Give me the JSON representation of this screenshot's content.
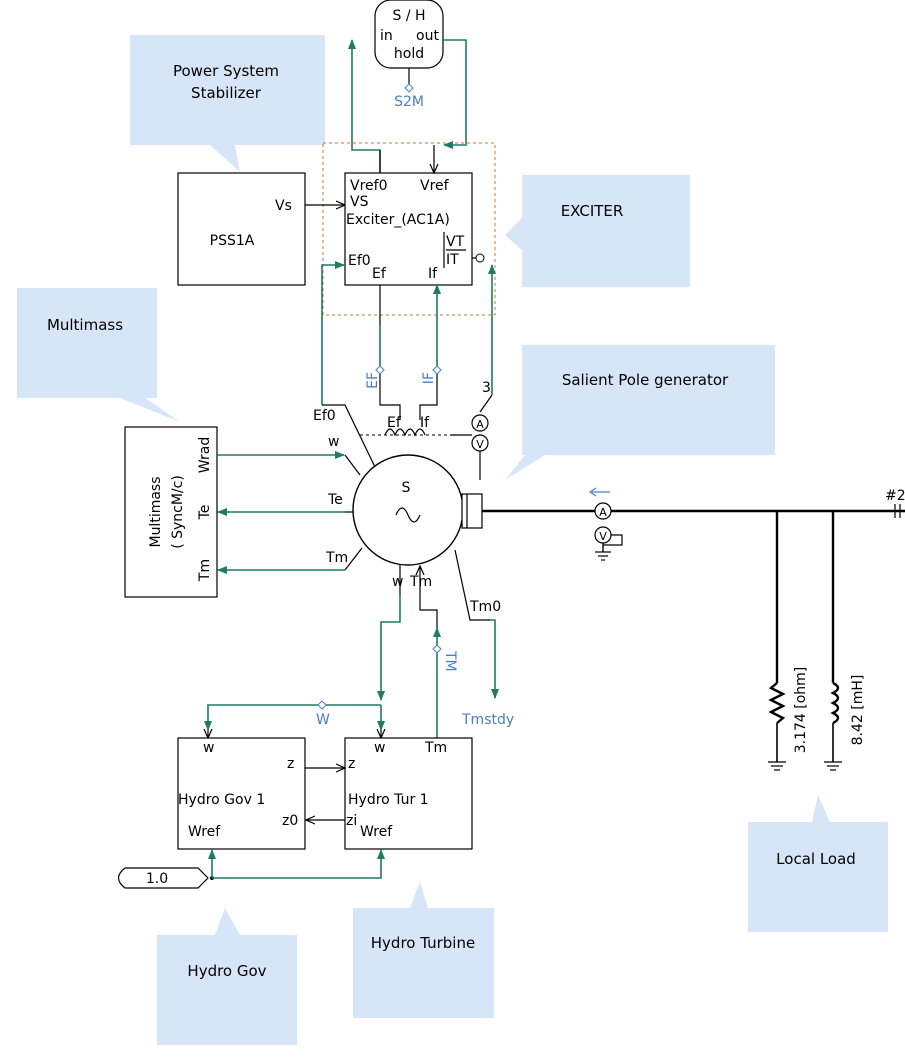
{
  "callouts": {
    "pss": [
      "Power System",
      "Stabilizer"
    ],
    "exciter": "EXCITER",
    "multimass": "Multimass",
    "generator": "Salient Pole generator",
    "local_load": "Local Load",
    "hydro_turbine": "Hydro Turbine",
    "hydro_gov": "Hydro Gov"
  },
  "blocks": {
    "sh": {
      "line1": "S / H",
      "in": "in",
      "out": "out",
      "hold": "hold"
    },
    "pss1a": {
      "name": "PSS1A",
      "vs": "Vs"
    },
    "exciter": {
      "vref0": "Vref0",
      "vref": "Vref",
      "vs": "VS",
      "name": "Exciter_(AC1A)",
      "vt": "VT",
      "it": "IT",
      "ef0": "Ef0",
      "ef": "Ef",
      "if": "If"
    },
    "multimass": {
      "name1": "Multimass",
      "name2": "( SyncM/c)",
      "wrad": "Wrad",
      "te": "Te",
      "tm": "Tm"
    },
    "generator": {
      "symbol": "S",
      "ef0": "Ef0",
      "w": "w",
      "te": "Te",
      "tm": "Tm",
      "w_bottom": "w",
      "tm_bottom": "Tm",
      "tm0": "Tm0",
      "ef": "Ef",
      "if": "If"
    },
    "hydro_gov": {
      "name": "Hydro  Gov  1",
      "w": "w",
      "z": "z",
      "z0": "z0",
      "wref": "Wref"
    },
    "hydro_tur": {
      "name": "Hydro  Tur  1",
      "w": "w",
      "tm": "Tm",
      "z": "z",
      "zi": "zi",
      "wref": "Wref"
    }
  },
  "signals": {
    "s2m": "S2M",
    "ef": "EF",
    "if": "IF",
    "tm": "TM",
    "w": "W",
    "tmstdy": "Tmstdy",
    "meter_count": "3",
    "const": "1.0",
    "bus": "#2"
  },
  "meters": {
    "ammeter": "A",
    "voltmeter": "V"
  },
  "load": {
    "resistor": "3.174 [ohm]",
    "inductor": "8.42 [mH]"
  },
  "colors": {
    "wire": "#1f7a66",
    "label": "#4a7fc0",
    "callout": "#d6e6f8",
    "dashed_box": "#c07a3a"
  }
}
